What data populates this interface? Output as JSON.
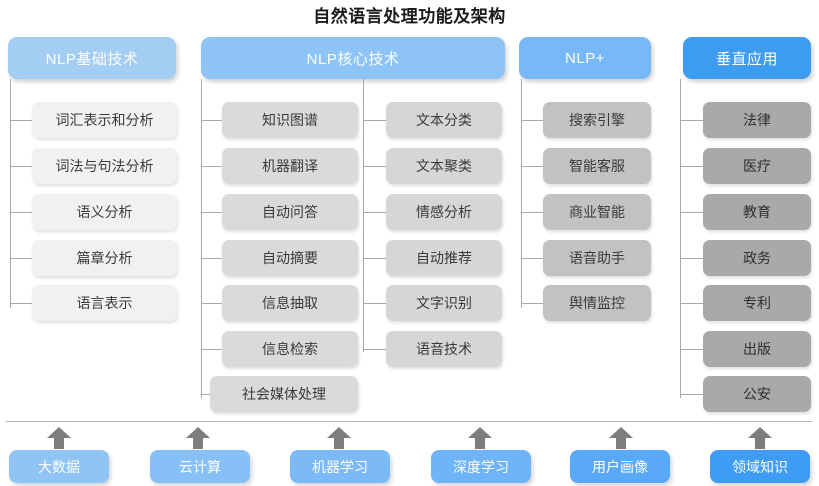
{
  "title": "自然语言处理功能及架构",
  "columns": [
    {
      "id": "nlp-basic",
      "header": "NLP基础技术",
      "items": [
        "词汇表示和分析",
        "词法与句法分析",
        "语义分析",
        "篇章分析",
        "语言表示"
      ]
    },
    {
      "id": "nlp-core-a",
      "header": "NLP核心技术",
      "items": [
        "知识图谱",
        "机器翻译",
        "自动问答",
        "自动摘要",
        "信息抽取",
        "信息检索",
        "社会媒体处理"
      ]
    },
    {
      "id": "nlp-core-b",
      "header": "",
      "items": [
        "文本分类",
        "文本聚类",
        "情感分析",
        "自动推荐",
        "文字识别",
        "语音技术"
      ]
    },
    {
      "id": "nlp-plus",
      "header": "NLP+",
      "items": [
        "搜索引擎",
        "智能客服",
        "商业智能",
        "语音助手",
        "舆情监控"
      ]
    },
    {
      "id": "vertical-app",
      "header": "垂直应用",
      "items": [
        "法律",
        "医疗",
        "教育",
        "政务",
        "专利",
        "出版",
        "公安"
      ]
    }
  ],
  "foundation": {
    "items": [
      "大数据",
      "云计算",
      "机器学习",
      "深度学习",
      "用户画像",
      "领域知识"
    ]
  },
  "watermark": "",
  "colors": {
    "header_1": "#a3cdf2",
    "header_2": "#8dc4f5",
    "header_3": "#79b8f7",
    "header_4": "#3d9bf0",
    "node_col1": "#f1f1f1",
    "node_col2": "#dadada",
    "node_col3": "#d6d6d6",
    "node_col4": "#c2c2c2",
    "node_col5": "#a9a9a9",
    "connector": "#a9a9a9",
    "arrow": "#7d7d7d",
    "title_text": "#1a1a1a"
  }
}
